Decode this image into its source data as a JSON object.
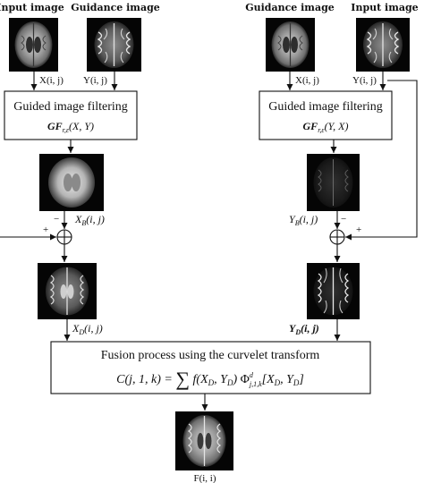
{
  "labels": {
    "input_image": "Input image",
    "guidance_image": "Guidance image",
    "x_ij": "X(i, j)",
    "y_ij": "Y(i, j)",
    "guided_filtering": "Guided image filtering",
    "gf_left": "GF",
    "gf_left_sub": "r,ε",
    "gf_left_args": "(X, Y)",
    "gf_right": "GF",
    "gf_right_sub": "r,ε",
    "gf_right_args": "(Y, X)",
    "xb": "X",
    "xb_sub": "B",
    "xb_args": "(i, j)",
    "yb": "Y",
    "yb_sub": "B",
    "yb_args": "(i, j)",
    "xd": "X",
    "xd_sub": "D",
    "xd_args": "(i, j)",
    "yd": "Y",
    "yd_sub": "D",
    "yd_args": "(i, j)",
    "plus": "+",
    "minus": "−",
    "fusion_title": "Fusion process using the curvelet transform",
    "equation": "C(j, 1, k) = ∑ f(X_D, Y_D) Φ^d_{j,1,k}[X_D, Y_D]",
    "eq_lhs": "C(j, 1, k) = ",
    "eq_sum": "∑",
    "eq_f": "f(X",
    "eq_d1": "D",
    "eq_comma": ", Y",
    "eq_d2": "D",
    "eq_close": ")",
    "eq_phi": "Φ",
    "eq_phi_sup": "d",
    "eq_phi_sub": "j,1,k",
    "eq_bracket": "[X",
    "eq_d3": "D",
    "eq_comma2": ", Y",
    "eq_d4": "D",
    "eq_end": "]",
    "output": "F(i, i)"
  }
}
